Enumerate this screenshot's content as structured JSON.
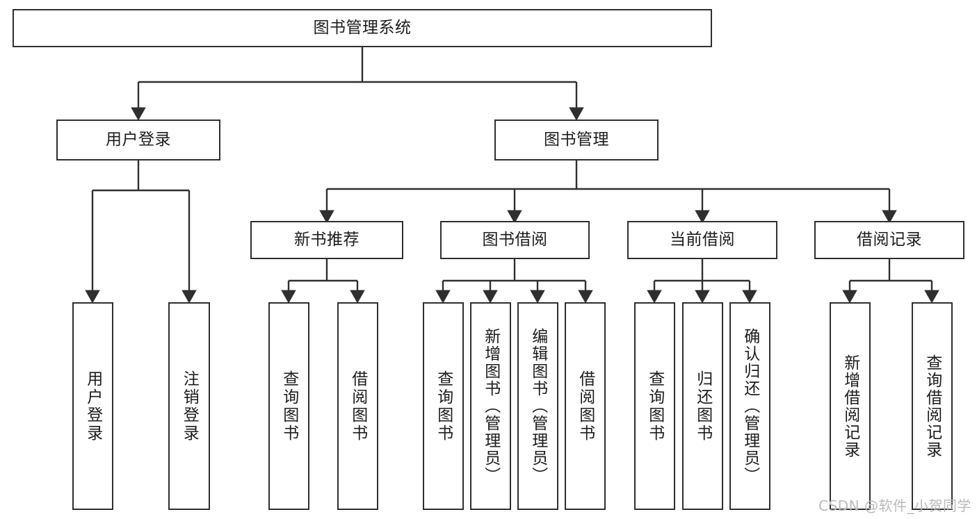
{
  "diagram": {
    "title": "图书管理系统",
    "type": "tree",
    "root": {
      "id": "root",
      "label": "图书管理系统"
    },
    "level2": [
      {
        "id": "login",
        "label": "用户登录"
      },
      {
        "id": "bookmgmt",
        "label": "图书管理"
      }
    ],
    "level3": [
      {
        "id": "newbook",
        "label": "新书推荐",
        "parent": "bookmgmt"
      },
      {
        "id": "borrow",
        "label": "图书借阅",
        "parent": "bookmgmt"
      },
      {
        "id": "current",
        "label": "当前借阅",
        "parent": "bookmgmt"
      },
      {
        "id": "record",
        "label": "借阅记录",
        "parent": "bookmgmt"
      }
    ],
    "leaves": [
      {
        "id": "leaf-user-login",
        "label": "用户登录",
        "parent": "login"
      },
      {
        "id": "leaf-user-logout",
        "label": "注销登录",
        "parent": "login"
      },
      {
        "id": "leaf-newbook-query",
        "label": "查询图书",
        "parent": "newbook"
      },
      {
        "id": "leaf-newbook-borrow",
        "label": "借阅图书",
        "parent": "newbook"
      },
      {
        "id": "leaf-borrow-query",
        "label": "查询图书",
        "parent": "borrow"
      },
      {
        "id": "leaf-borrow-add",
        "label": "新增图书（管理员）",
        "parent": "borrow"
      },
      {
        "id": "leaf-borrow-edit",
        "label": "编辑图书（管理员）",
        "parent": "borrow"
      },
      {
        "id": "leaf-borrow-lend",
        "label": "借阅图书",
        "parent": "borrow"
      },
      {
        "id": "leaf-current-query",
        "label": "查询图书",
        "parent": "current"
      },
      {
        "id": "leaf-current-return",
        "label": "归还图书",
        "parent": "current"
      },
      {
        "id": "leaf-current-confirm",
        "label": "确认归还（管理员）",
        "parent": "current"
      },
      {
        "id": "leaf-record-add",
        "label": "新增借阅记录",
        "parent": "record"
      },
      {
        "id": "leaf-record-query",
        "label": "查询借阅记录",
        "parent": "record"
      }
    ],
    "colors": {
      "border": "#2f2f2f",
      "text": "#1c1c1c",
      "background": "#ffffff",
      "connector": "#2f2f2f",
      "watermark": "#b9b9b9"
    }
  },
  "watermark": {
    "text": "CSDN @软件_小贺同学"
  }
}
